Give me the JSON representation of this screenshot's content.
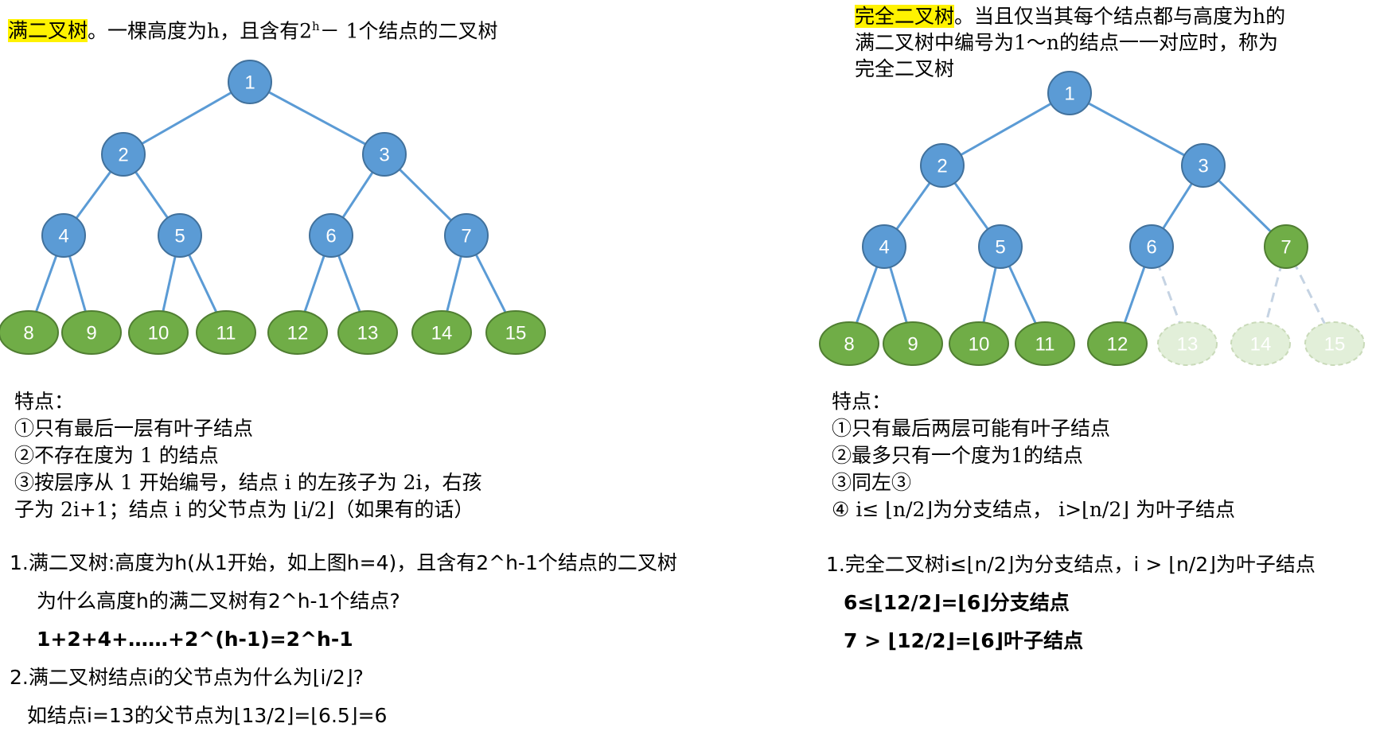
{
  "colors": {
    "blue_node": "#5b9bd5",
    "blue_edge": "#41719c",
    "green_node": "#70ad47",
    "green_edge": "#507e32",
    "ghost_node": "#e2efd9",
    "ghost_edge": "#c9dab9",
    "ghost_link": "#c5d3e3",
    "link": "#5b9bd5",
    "highlight": "#fff200"
  },
  "left": {
    "term": "满二叉树",
    "title_part1": "。一棵高度为h，且含有2",
    "title_sup": "h",
    "title_part2": "－ 1个结点的二叉树",
    "features": [
      "特点：",
      "①只有最后一层有叶子结点",
      "②不存在度为 1 的结点",
      "③按层序从 1 开始编号，结点 i 的左孩子为 2i，右孩",
      "子为 2i+1；结点 i 的父节点为 ⌊i/2⌋（如果有的话）"
    ],
    "notes": [
      "1.满二叉树:高度为h(从1开始，如上图h=4)，且含有2^h-1个结点的二叉树",
      "为什么高度h的满二叉树有2^h-1个结点?",
      "1+2+4+……+2^(h-1)=2^h-1",
      "2.满二叉树结点i的父节点为什么为⌊i/2⌋?",
      "如结点i=13的父节点为⌊13/2⌋=⌊6.5⌋=6"
    ],
    "tree": {
      "nodes": [
        {
          "label": "1",
          "kind": "blue"
        },
        {
          "label": "2",
          "kind": "blue"
        },
        {
          "label": "3",
          "kind": "blue"
        },
        {
          "label": "4",
          "kind": "blue"
        },
        {
          "label": "5",
          "kind": "blue"
        },
        {
          "label": "6",
          "kind": "blue"
        },
        {
          "label": "7",
          "kind": "blue"
        },
        {
          "label": "8",
          "kind": "green"
        },
        {
          "label": "9",
          "kind": "green"
        },
        {
          "label": "10",
          "kind": "green"
        },
        {
          "label": "11",
          "kind": "green"
        },
        {
          "label": "12",
          "kind": "green"
        },
        {
          "label": "13",
          "kind": "green"
        },
        {
          "label": "14",
          "kind": "green"
        },
        {
          "label": "15",
          "kind": "green"
        }
      ]
    }
  },
  "right": {
    "term": "完全二叉树",
    "title_line1": "。当且仅当其每个结点都与高度为h的",
    "title_line2": "满二叉树中编号为1～n的结点一一对应时，称为",
    "title_line3": "完全二叉树",
    "features": [
      "特点：",
      "①只有最后两层可能有叶子结点",
      "②最多只有一个度为1的结点",
      "③同左③",
      "④ i≤ ⌊n/2⌋为分支结点， i>⌊n/2⌋ 为叶子结点"
    ],
    "notes": [
      "1.完全二叉树i≤⌊n/2⌋为分支结点，i > ⌊n/2⌋为叶子结点",
      "6≤⌊12/2⌋=⌊6⌋分支结点",
      "7 > ⌊12/2⌋=⌊6⌋叶子结点"
    ],
    "tree": {
      "nodes": [
        {
          "label": "1",
          "kind": "blue"
        },
        {
          "label": "2",
          "kind": "blue"
        },
        {
          "label": "3",
          "kind": "blue"
        },
        {
          "label": "4",
          "kind": "blue"
        },
        {
          "label": "5",
          "kind": "blue"
        },
        {
          "label": "6",
          "kind": "blue"
        },
        {
          "label": "7",
          "kind": "green"
        },
        {
          "label": "8",
          "kind": "green"
        },
        {
          "label": "9",
          "kind": "green"
        },
        {
          "label": "10",
          "kind": "green"
        },
        {
          "label": "11",
          "kind": "green"
        },
        {
          "label": "12",
          "kind": "green"
        },
        {
          "label": "13",
          "kind": "ghost"
        },
        {
          "label": "14",
          "kind": "ghost"
        },
        {
          "label": "15",
          "kind": "ghost"
        }
      ]
    }
  }
}
